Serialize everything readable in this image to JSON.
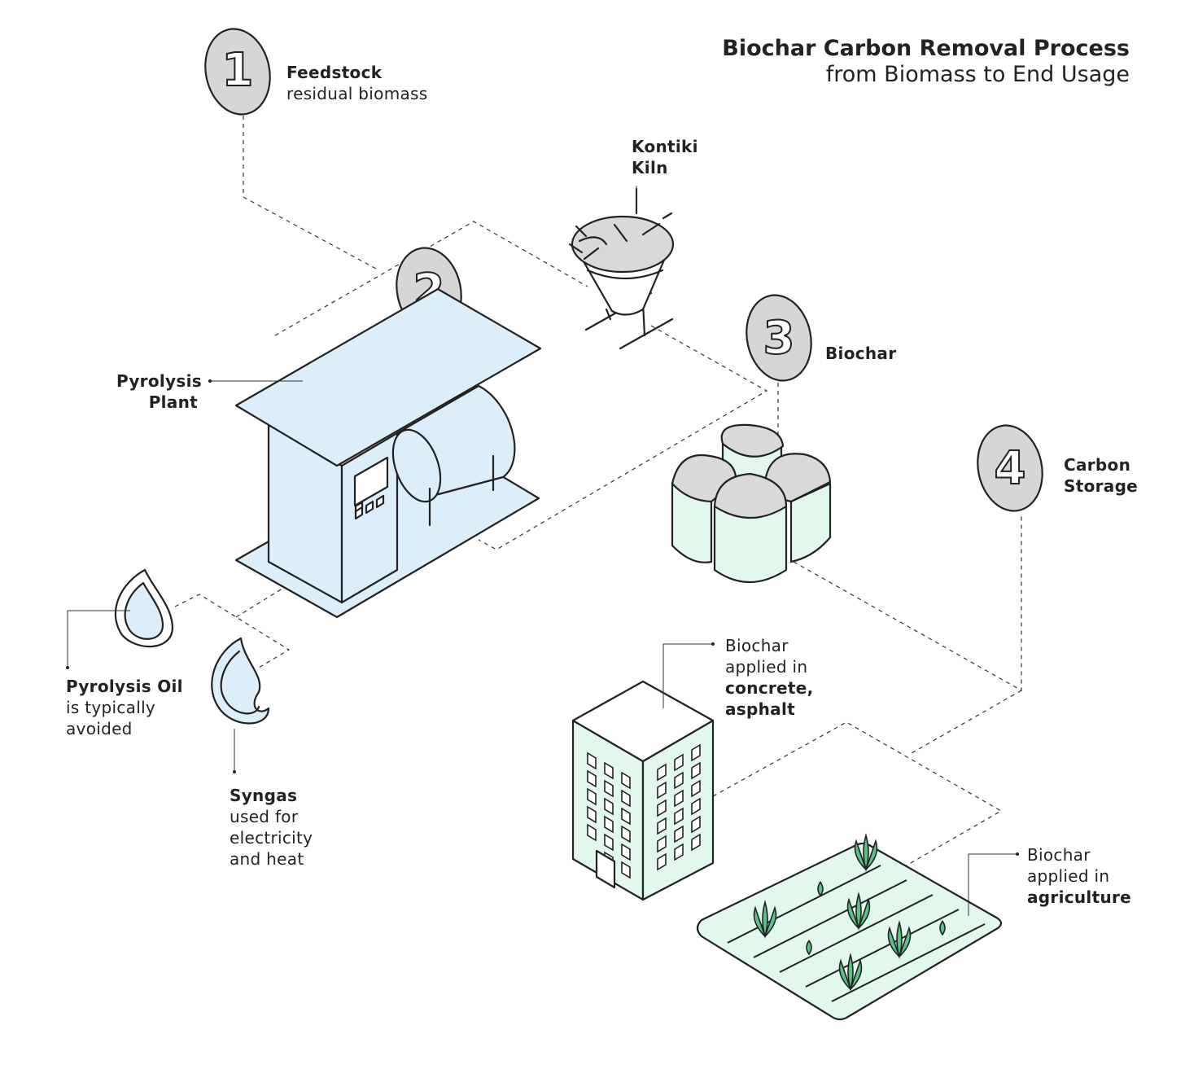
{
  "title": {
    "line1": "Biochar Carbon Removal Process",
    "line2": "from Biomass to End Usage"
  },
  "steps": [
    {
      "number": "1",
      "label_bold": "Feedstock",
      "label_rest": "residual biomass"
    },
    {
      "number": "2",
      "label_bold": "Pyrolysis",
      "label_bold2": "Plant"
    },
    {
      "number": "3",
      "label_bold": "Biochar"
    },
    {
      "number": "4",
      "label_bold": "Carbon",
      "label_bold2": "Storage"
    }
  ],
  "kiln": {
    "line1": "Kontiki",
    "line2": "Kiln"
  },
  "pyrolysis_oil": {
    "line1": "Pyrolysis Oil",
    "line2": "is typically",
    "line3": "avoided"
  },
  "syngas": {
    "line1": "Syngas",
    "line2": "used for",
    "line3": "electricity",
    "line4": "and heat"
  },
  "concrete": {
    "line1": "Biochar",
    "line2": "applied in",
    "line3": "concrete,",
    "line4": "asphalt"
  },
  "agriculture": {
    "line1": "Biochar",
    "line2": "applied in",
    "line3": "agriculture"
  },
  "colors": {
    "plant_fill": "#ddeefb",
    "green_fill": "#e2f8ec",
    "plant_leaf": "#5cc184",
    "badge_fill": "#d6d6d6",
    "char_fill": "#d9d9d9",
    "outline": "#222222"
  },
  "icons": [
    "number-badge",
    "plant-building",
    "kiln",
    "biochar-bags",
    "oil-drop-icon",
    "flame-icon",
    "office-building",
    "crop-field"
  ]
}
